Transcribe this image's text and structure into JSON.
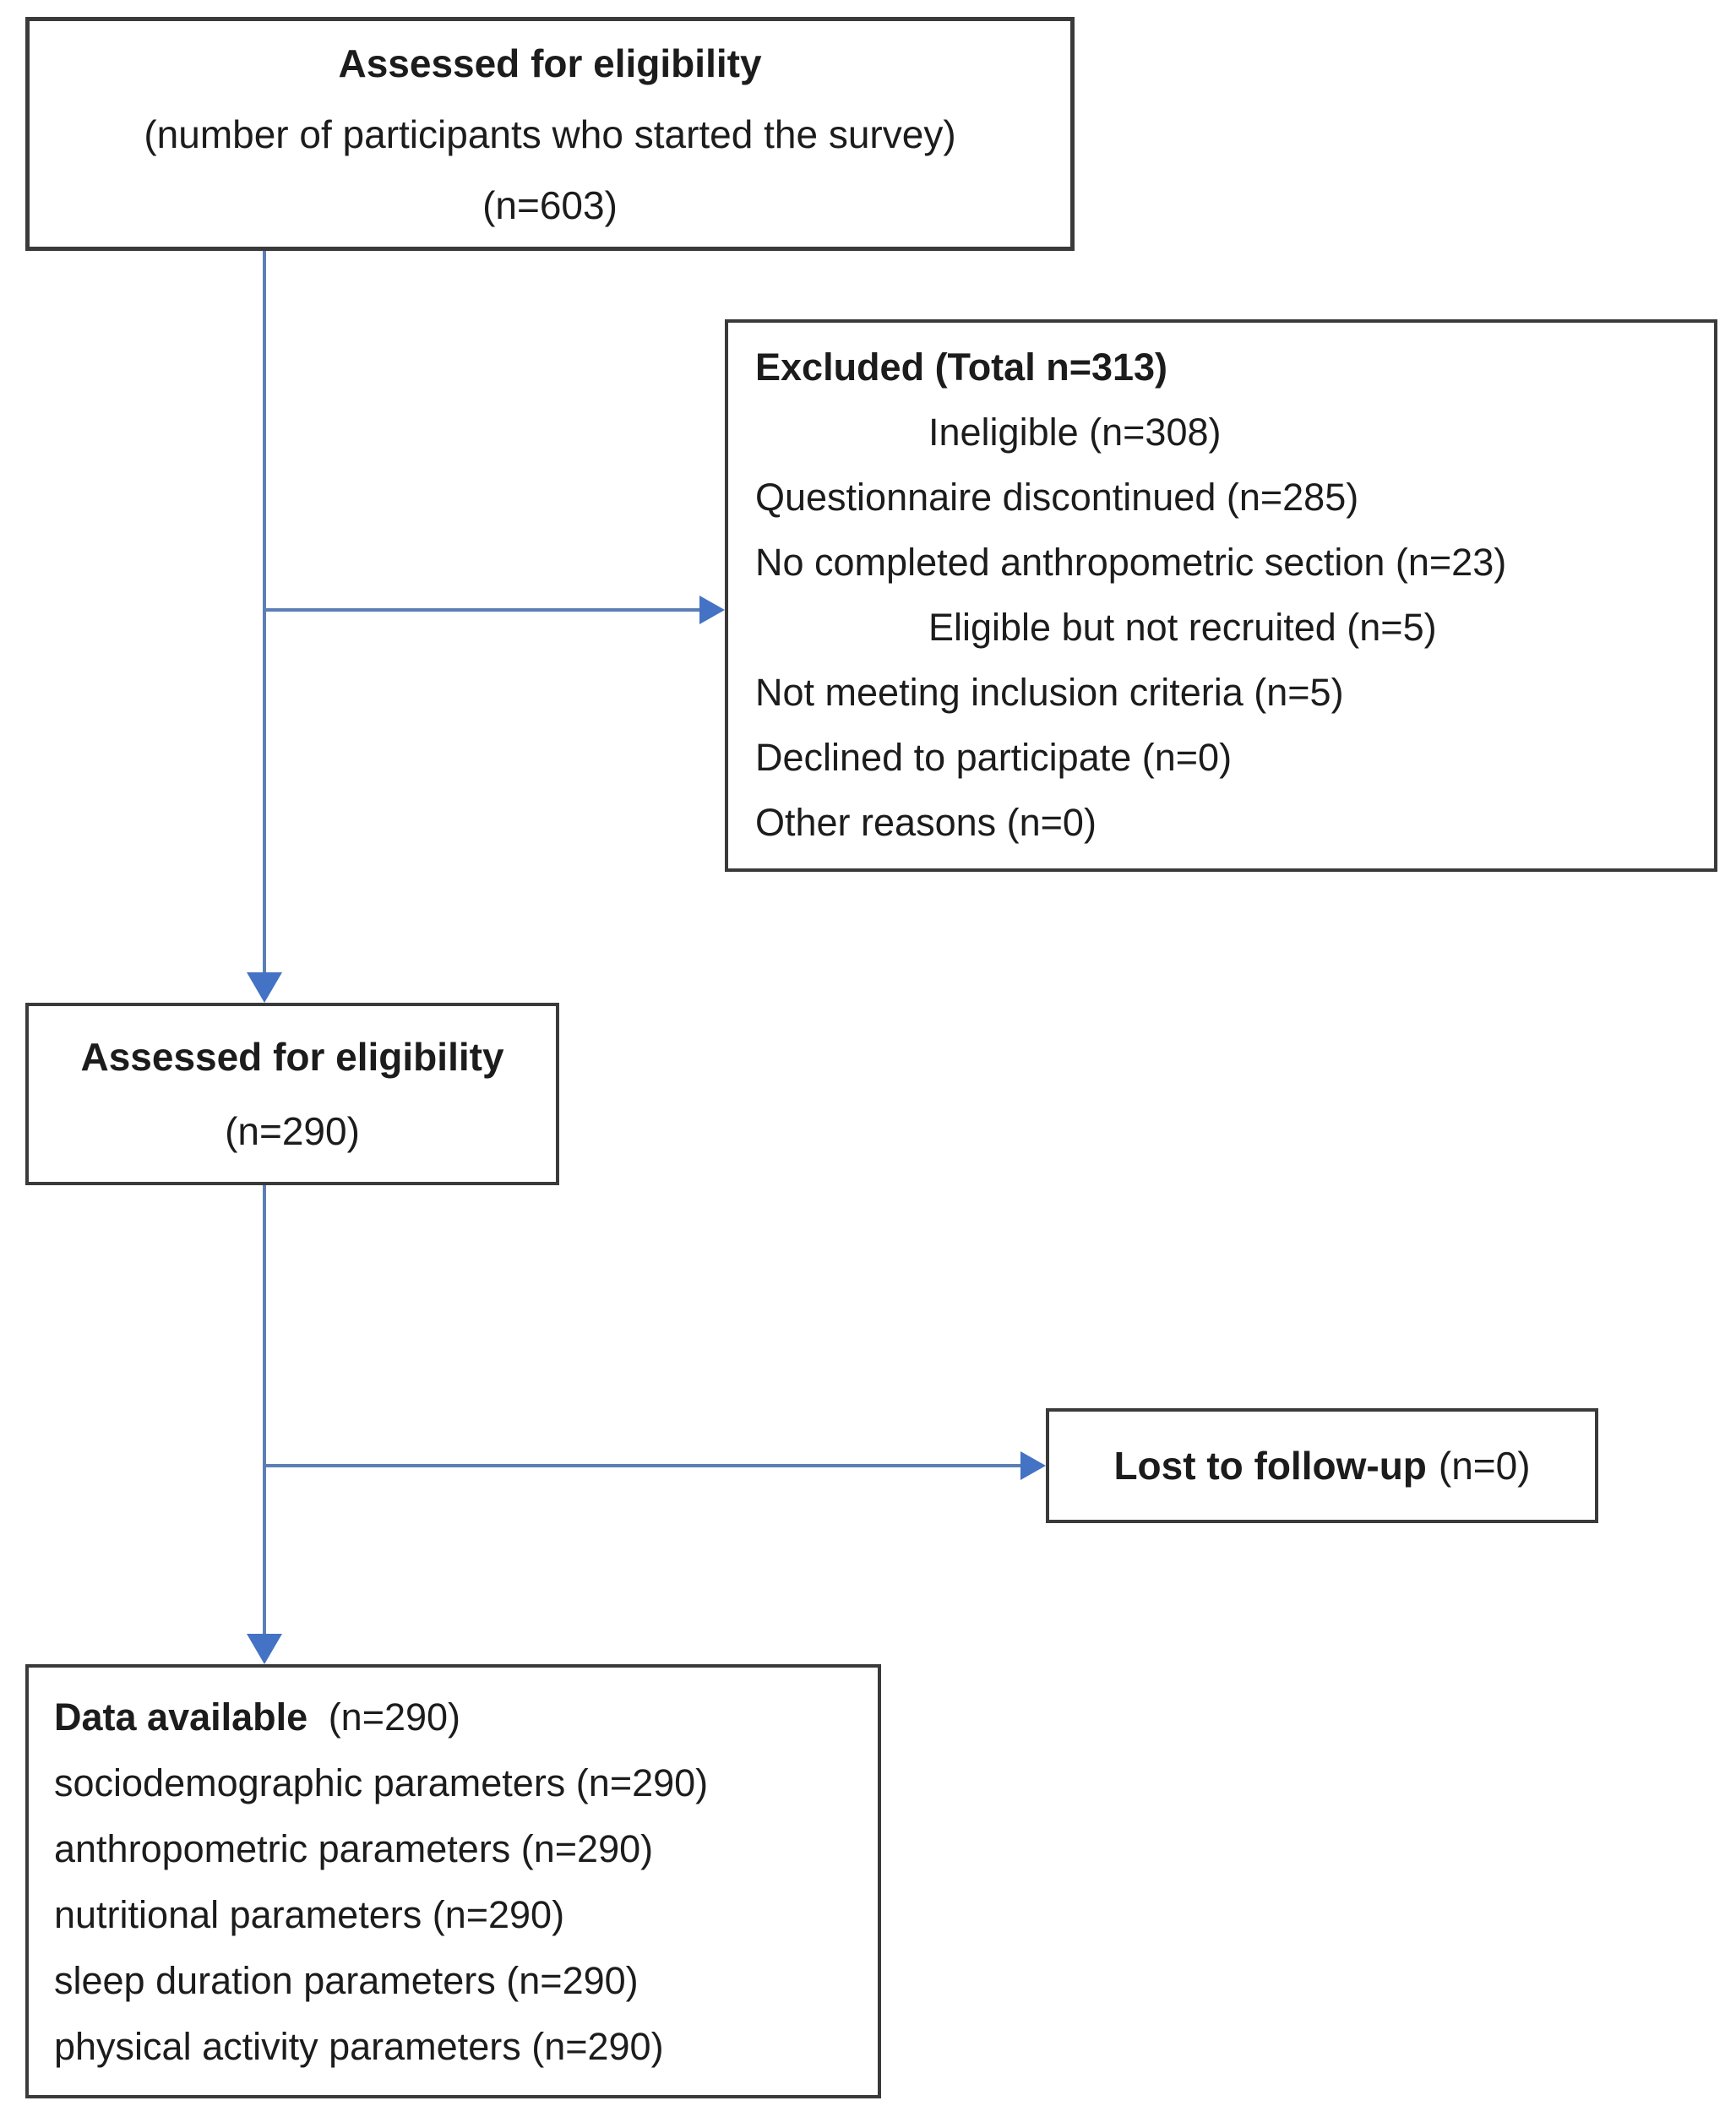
{
  "figure": {
    "colors": {
      "box_border": "#3a3a3a",
      "arrow_head": "#4472c4",
      "arrow_line": "#5b7fb5"
    },
    "boxes": {
      "assessed_initial": {
        "title": "Assessed for eligibility",
        "subtitle": "(number of participants who started the survey)",
        "count": "(n=603)"
      },
      "excluded": {
        "lines": [
          "Excluded (Total n=313)",
          "Ineligible (n=308)",
          "Questionnaire discontinued (n=285)",
          "No completed anthropometric section (n=23)",
          "Eligible but not recruited (n=5)",
          "Not meeting inclusion criteria (n=5)",
          "Declined to participate (n=0)",
          "Other reasons (n=0)"
        ]
      },
      "assessed_eligible": {
        "title": "Assessed for eligibility",
        "count": "(n=290)"
      },
      "lost_followup": {
        "label": "Lost to follow-up",
        "count": "(n=0)"
      },
      "data_available": {
        "title": "Data available",
        "title_count": "(n=290)",
        "items": [
          "sociodemographic parameters (n=290)",
          "anthropometric parameters (n=290)",
          "nutritional parameters (n=290)",
          "sleep duration parameters (n=290)",
          "physical activity parameters (n=290)"
        ]
      }
    }
  }
}
